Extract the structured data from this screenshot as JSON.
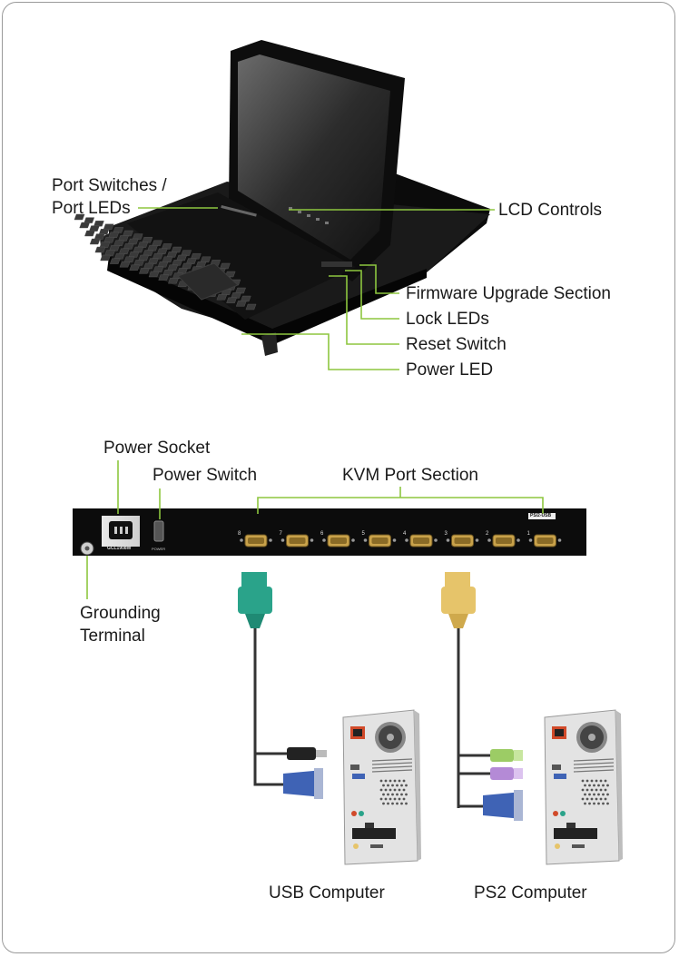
{
  "labels": {
    "port_switches_line1": "Port Switches /",
    "port_switches_line2": "Port LEDs",
    "lcd_controls": "LCD Controls",
    "firmware_upgrade": "Firmware Upgrade Section",
    "lock_leds": "Lock LEDs",
    "reset_switch": "Reset Switch",
    "power_led": "Power LED",
    "power_socket": "Power Socket",
    "power_switch": "Power Switch",
    "kvm_port_section": "KVM Port Section",
    "grounding_line1": "Grounding",
    "grounding_line2": "Terminal",
    "usb_computer": "USB Computer",
    "ps2_computer": "PS2 Computer"
  },
  "panel": {
    "socket_label": "GCL1908W",
    "switch_label": "POWER",
    "model_label": "PS/2-USB",
    "ports": [
      "8",
      "7",
      "6",
      "5",
      "4",
      "3",
      "2",
      "1"
    ]
  },
  "colors": {
    "callout_line": "#8dc63f",
    "usb_cable": "#2aa38a",
    "ps2_cable": "#e6c46a",
    "vga_blue": "#3f63b5",
    "ps2_green": "#9ccc65",
    "ps2_purple": "#b48ad6",
    "device_black": "#111111"
  }
}
